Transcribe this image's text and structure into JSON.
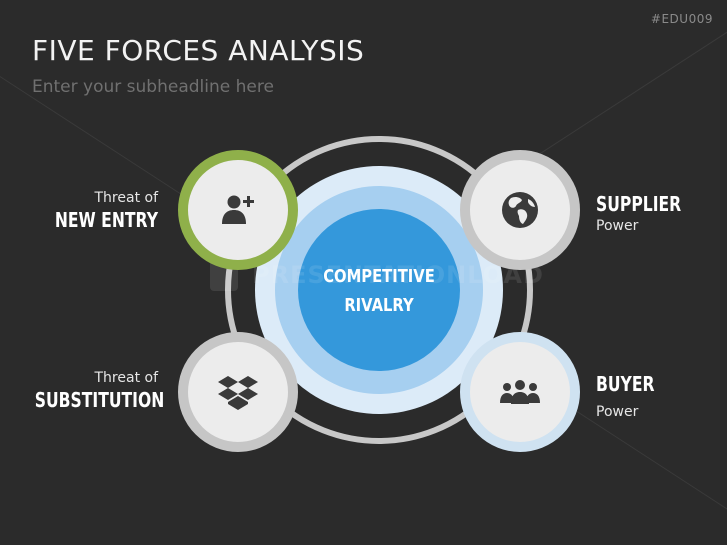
{
  "header": {
    "code": "#EDU009",
    "title": "FIVE FORCES ANALYSIS",
    "subtitle": "Enter your subheadline here"
  },
  "center": {
    "line1": "COMPETITIVE",
    "line2": "RIVALRY",
    "color": "#3498db"
  },
  "watermark": "PRESENTATIONLOAD",
  "forces": {
    "new_entry": {
      "small": "Threat of",
      "big": "NEW ENTRY",
      "icon": "add-user-icon",
      "ring_color": "#8fb04a"
    },
    "substitution": {
      "small": "Threat of",
      "big": "SUBSTITUTION",
      "icon": "dropbox-icon",
      "ring_color": "#c6c6c6"
    },
    "supplier": {
      "big": "SUPPLIER",
      "small": "Power",
      "icon": "globe-icon",
      "ring_color": "#c6c6c6"
    },
    "buyer": {
      "big": "BUYER",
      "small": "Power",
      "icon": "group-icon",
      "ring_color": "#cfe2f1"
    }
  }
}
